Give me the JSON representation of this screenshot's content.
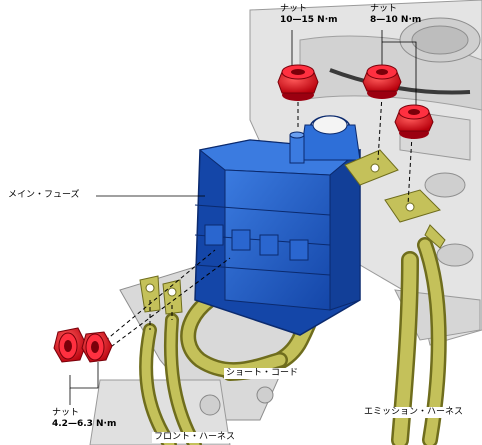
{
  "labels": {
    "nut_top_left": {
      "name": "ナット",
      "torque": "10—15 N·m"
    },
    "nut_top_right": {
      "name": "ナット",
      "torque": "8—10 N·m"
    },
    "nut_bottom_left": {
      "name": "ナット",
      "torque": "4.2—6.3 N·m"
    },
    "main_fuse": "メイン・フューズ",
    "short_cord": "ショート・コード",
    "emission_harness": "エミッション・ハーネス",
    "front_harness": "フロント・ハーネス"
  },
  "colors": {
    "fuse_blue": "#1f5fc8",
    "harness_olive": "#b9b64a",
    "nut_red": "#e0101e",
    "engine_gray": "#d8d8d8"
  }
}
